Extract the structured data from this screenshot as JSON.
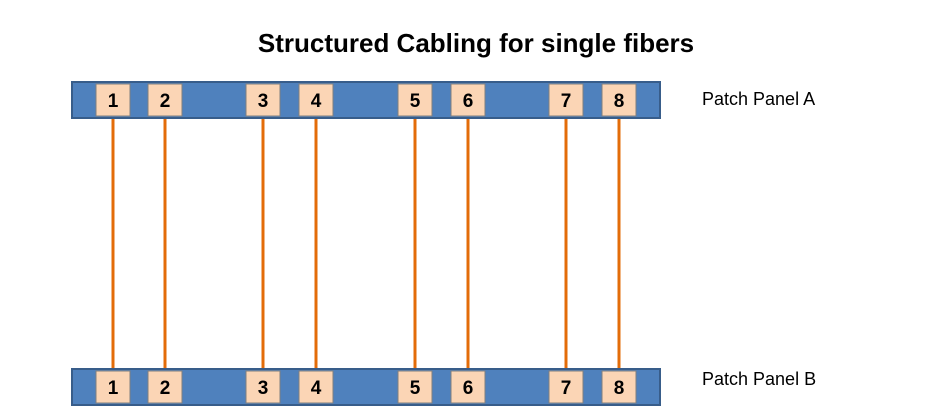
{
  "title": "Structured Cabling for single fibers",
  "colors": {
    "panel": "#4F81BD",
    "panel_border": "#385D8A",
    "port_fill": "#FBD5B5",
    "port_border": "#7F7F7F",
    "cable": "#E36C09",
    "text": "#000000"
  },
  "panels": [
    {
      "id": "panel-a",
      "label": "Patch Panel A",
      "ports": [
        "1",
        "2",
        "3",
        "4",
        "5",
        "6",
        "7",
        "8"
      ]
    },
    {
      "id": "panel-b",
      "label": "Patch Panel B",
      "ports": [
        "1",
        "2",
        "3",
        "4",
        "5",
        "6",
        "7",
        "8"
      ]
    }
  ],
  "connections": [
    {
      "from": "1",
      "to": "1"
    },
    {
      "from": "2",
      "to": "2"
    },
    {
      "from": "3",
      "to": "3"
    },
    {
      "from": "4",
      "to": "4"
    },
    {
      "from": "5",
      "to": "5"
    },
    {
      "from": "6",
      "to": "6"
    },
    {
      "from": "7",
      "to": "7"
    },
    {
      "from": "8",
      "to": "8"
    }
  ]
}
